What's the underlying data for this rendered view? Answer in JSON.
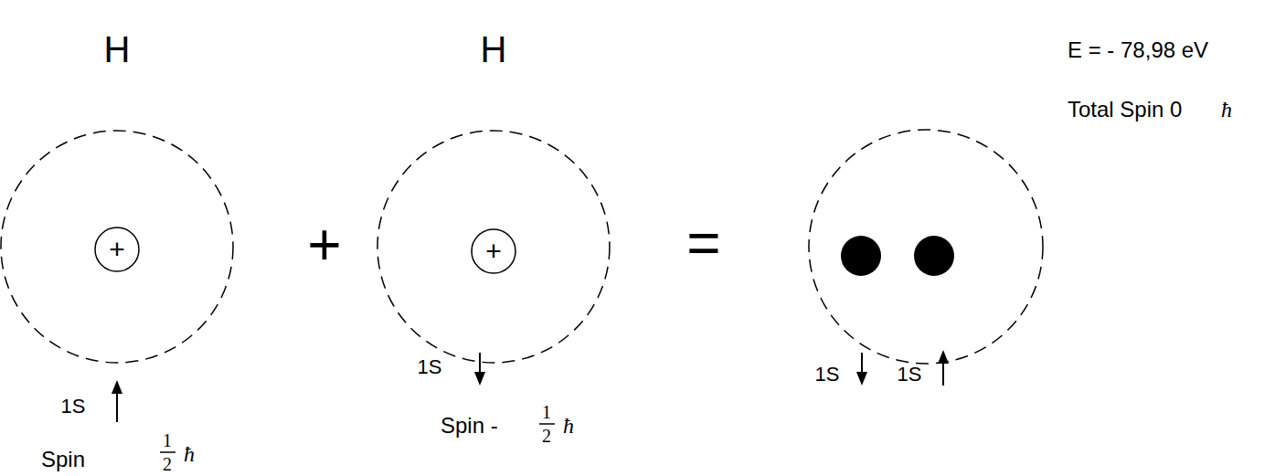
{
  "diagram": {
    "nodes": [
      {
        "text": [
          "H"
        ]
      },
      {
        "text": [
          "+"
        ],
        "in": 0
      },
      {
        "text": [
          "H"
        ]
      },
      {
        "text": [
          "+"
        ],
        "in": 2
      }
    ],
    "labels": [
      "+",
      "=",
      "E = - 78,98 eV",
      "Total Spin 0",
      "ħ",
      "1S",
      "1S",
      "1S",
      "1S",
      "Spin",
      "1",
      "2",
      "ħ",
      "Spin -",
      "1",
      "2",
      "ħ"
    ]
  }
}
